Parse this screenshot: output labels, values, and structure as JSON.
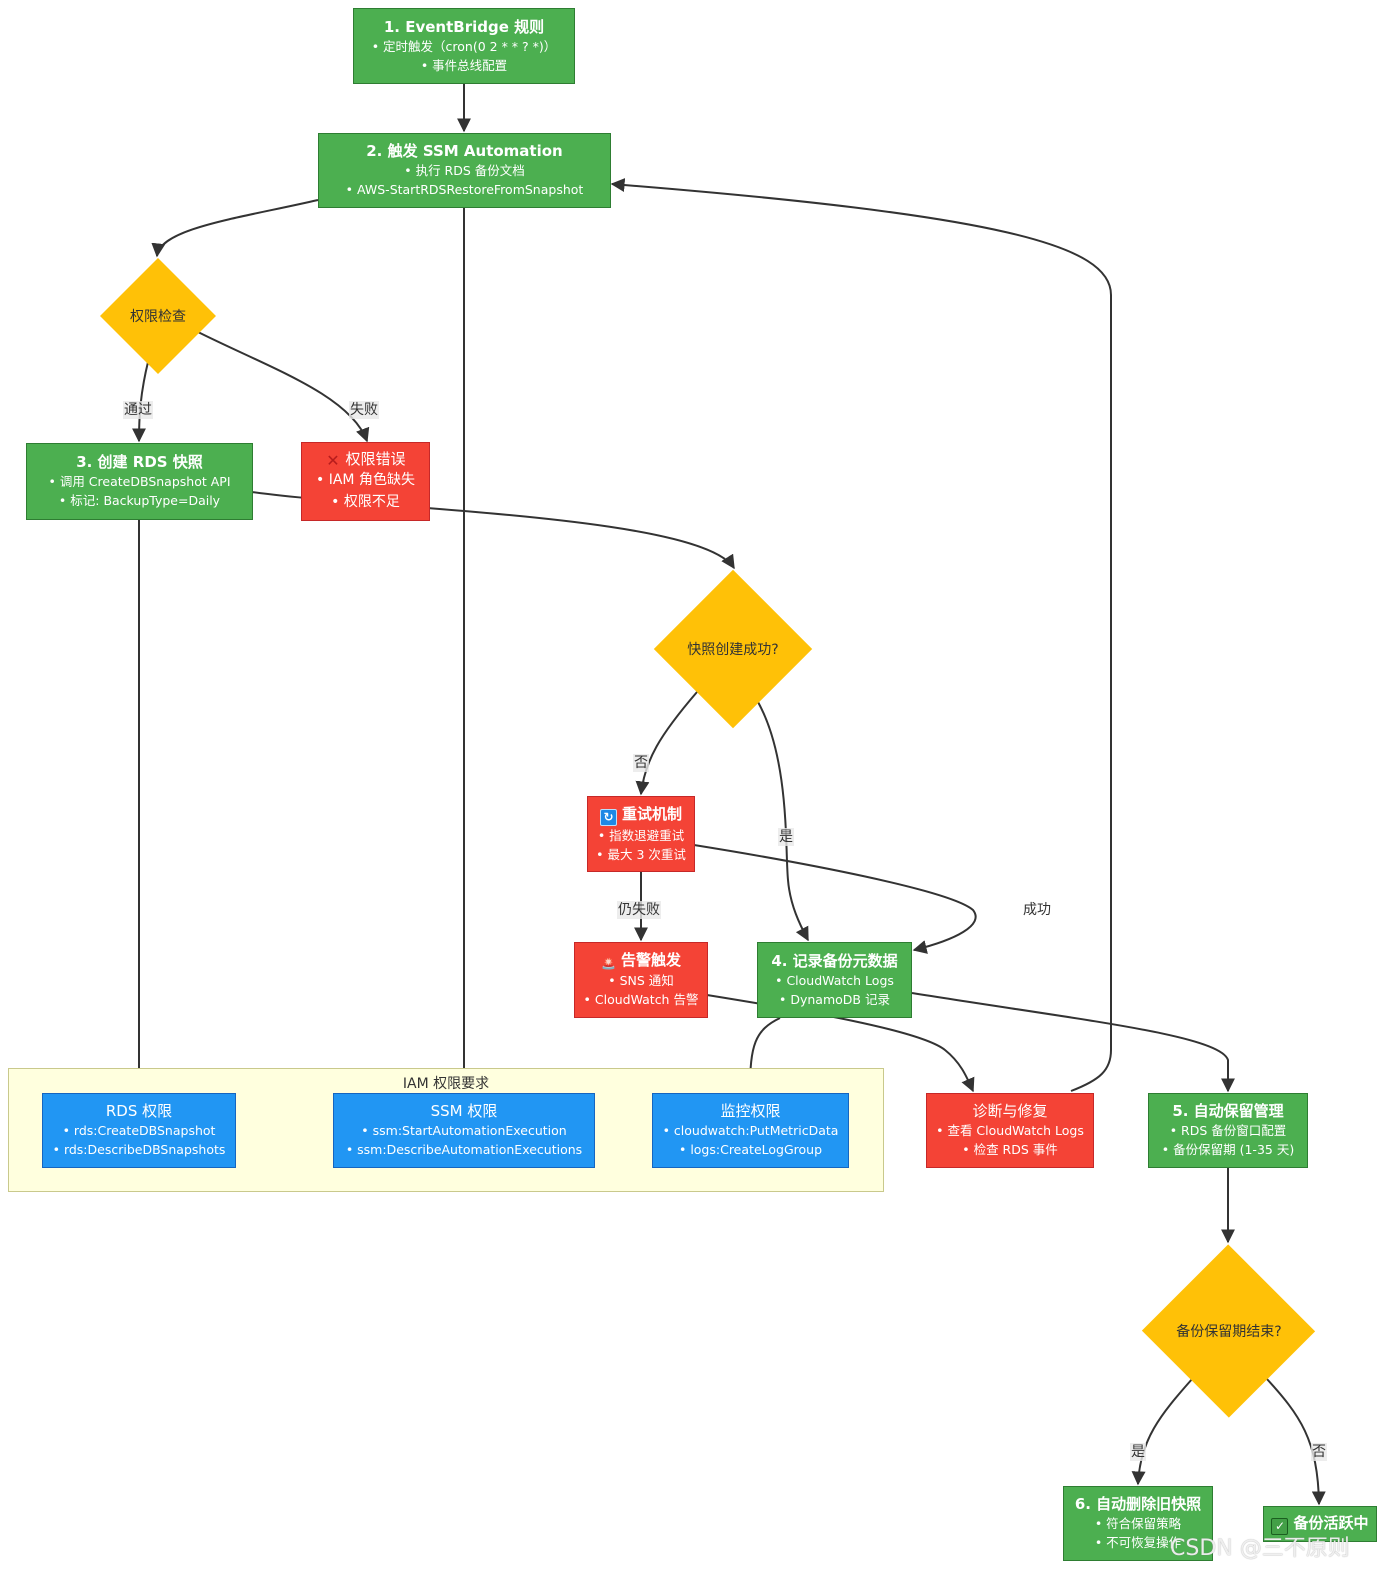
{
  "nodes": {
    "eventbridge": {
      "title": "1. EventBridge 规则",
      "lines": [
        "• 定时触发（cron(0 2 * * ? *)）",
        "• 事件总线配置"
      ]
    },
    "ssm": {
      "title": "2. 触发 SSM Automation",
      "lines": [
        "• 执行 RDS 备份文档",
        "• AWS-StartRDSRestoreFromSnapshot"
      ]
    },
    "permcheck": {
      "label": "权限检查"
    },
    "snapshot": {
      "title": "3. 创建 RDS 快照",
      "lines": [
        "• 调用 CreateDBSnapshot API",
        "• 标记: BackupType=Daily"
      ]
    },
    "permerror": {
      "icon": "cross-mark-icon",
      "title": "权限错误",
      "lines": [
        "• IAM 角色缺失",
        "• 权限不足"
      ]
    },
    "snapok": {
      "label": "快照创建成功?"
    },
    "retry": {
      "icon": "retry-arrows-icon",
      "title": "重试机制",
      "lines": [
        "• 指数退避重试",
        "• 最大 3 次重试"
      ]
    },
    "alert": {
      "icon": "siren-icon",
      "title": "告警触发",
      "lines": [
        "• SNS 通知",
        "• CloudWatch 告警"
      ]
    },
    "metadata": {
      "title": "4. 记录备份元数据",
      "lines": [
        "• CloudWatch Logs",
        "• DynamoDB 记录"
      ]
    },
    "diagnose": {
      "title": "诊断与修复",
      "lines": [
        "• 查看 CloudWatch Logs",
        "• 检查 RDS 事件"
      ]
    },
    "retention": {
      "title": "5. 自动保留管理",
      "lines": [
        "• RDS 备份窗口配置",
        "• 备份保留期 (1-35 天)"
      ]
    },
    "retend": {
      "label": "备份保留期结束?"
    },
    "delete": {
      "title": "6. 自动删除旧快照",
      "lines": [
        "• 符合保留策略",
        "• 不可恢复操作"
      ]
    },
    "active": {
      "icon": "check-mark-icon",
      "title": "备份活跃中"
    }
  },
  "cluster": {
    "title": "IAM 权限要求",
    "rds": {
      "title": "RDS 权限",
      "lines": [
        "• rds:CreateDBSnapshot",
        "• rds:DescribeDBSnapshots"
      ]
    },
    "ssmperm": {
      "title": "SSM 权限",
      "lines": [
        "• ssm:StartAutomationExecution",
        "• ssm:DescribeAutomationExecutions"
      ]
    },
    "monitor": {
      "title": "监控权限",
      "lines": [
        "• cloudwatch:PutMetricData",
        "• logs:CreateLogGroup"
      ]
    }
  },
  "edge_labels": {
    "pass": "通过",
    "fail": "失败",
    "no": "否",
    "yes": "是",
    "still_fail": "仍失败",
    "success": "成功",
    "ret_yes": "是",
    "ret_no": "否"
  },
  "watermark": "CSDN @三不原则",
  "colors": {
    "process_green": "#4caf50",
    "error_red": "#f44336",
    "permission_blue": "#2196f3",
    "decision_yellow": "#ffc107",
    "cluster_bg": "#ffffde",
    "edge": "#333333"
  }
}
